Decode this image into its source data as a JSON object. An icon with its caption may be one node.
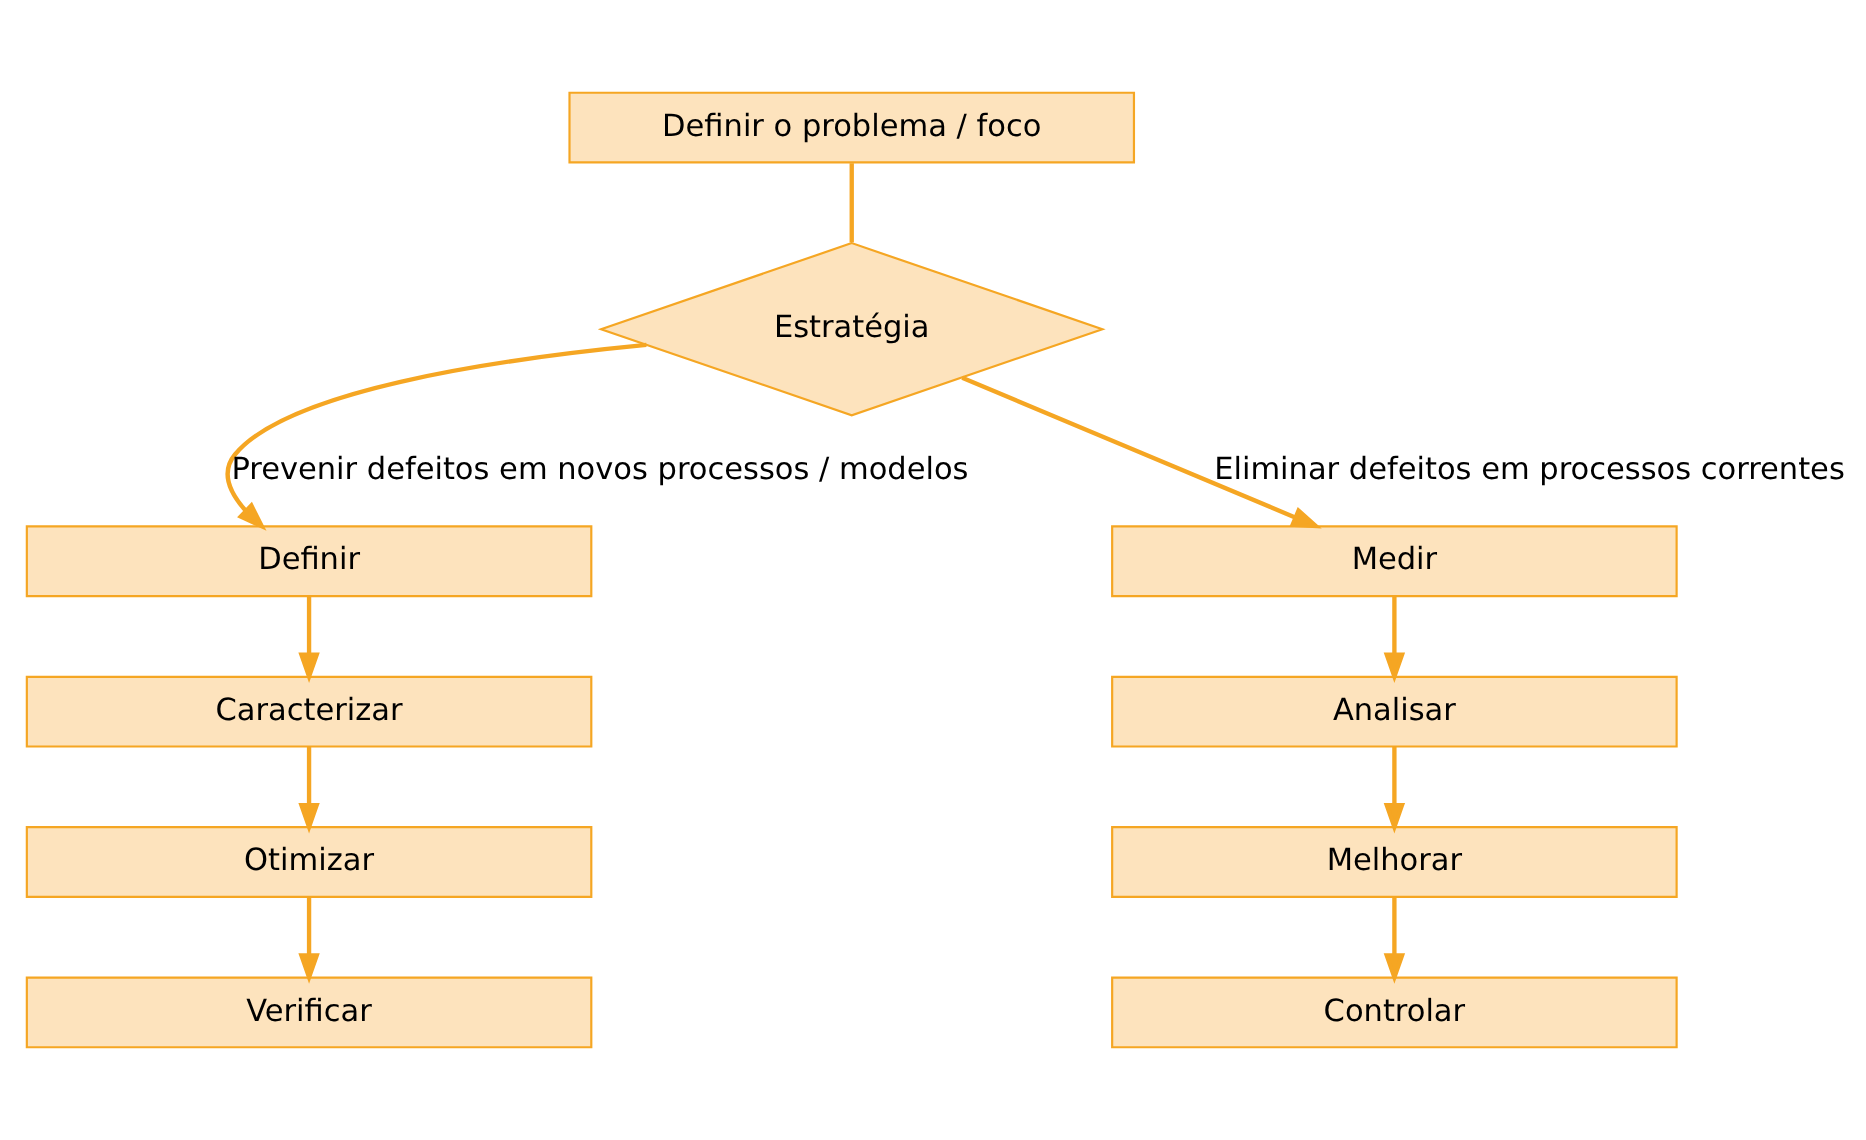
{
  "diagram": {
    "nodes": [
      {
        "text": [
          "Definir o problema / foco"
        ]
      },
      {
        "text": [
          "Estratégia"
        ]
      },
      {
        "text": [
          "Definir"
        ]
      },
      {
        "text": [
          "Caracterizar"
        ]
      },
      {
        "text": [
          "Otimizar"
        ]
      },
      {
        "text": [
          "Verificar"
        ]
      },
      {
        "text": [
          "Medir"
        ]
      },
      {
        "text": [
          "Analisar"
        ]
      },
      {
        "text": [
          "Melhorar"
        ]
      },
      {
        "text": [
          "Controlar"
        ]
      }
    ],
    "edges": [
      {
        "from": 0,
        "to": 1,
        "arrow": "none"
      },
      {
        "from": 1,
        "to": 2,
        "arrow": "to",
        "label": "Prevenir defeitos em novos processos / modelos"
      },
      {
        "from": 1,
        "to": 6,
        "arrow": "to",
        "label": "Eliminar defeitos em processos correntes"
      },
      {
        "from": 2,
        "to": 3,
        "arrow": "to"
      },
      {
        "from": 3,
        "to": 4,
        "arrow": "to"
      },
      {
        "from": 4,
        "to": 5,
        "arrow": "to"
      },
      {
        "from": 6,
        "to": 7,
        "arrow": "to"
      },
      {
        "from": 7,
        "to": 8,
        "arrow": "to"
      },
      {
        "from": 8,
        "to": 9,
        "arrow": "to"
      }
    ]
  }
}
